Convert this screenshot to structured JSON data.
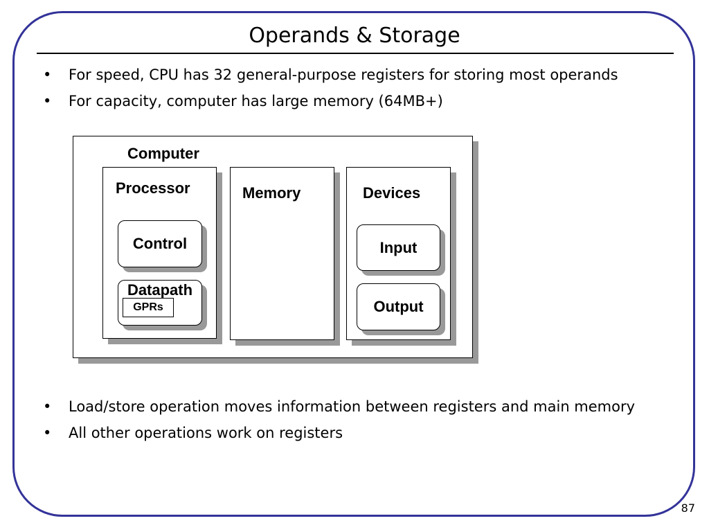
{
  "slide": {
    "title": "Operands & Storage",
    "page_number": "87",
    "bullet_glyph": "•",
    "bullets_top": [
      "For speed, CPU has 32 general-purpose registers for storing most operands",
      "For capacity, computer has large memory (64MB+)"
    ],
    "bullets_bottom": [
      "Load/store operation moves information between registers and main memory",
      "All other operations work on registers"
    ]
  },
  "diagram": {
    "computer": "Computer",
    "processor": "Processor",
    "control": "Control",
    "datapath": "Datapath",
    "gprs": "GPRs",
    "memory": "Memory",
    "devices": "Devices",
    "input": "Input",
    "output": "Output"
  },
  "colors": {
    "frame": "#333399",
    "shadow": "#999999"
  }
}
